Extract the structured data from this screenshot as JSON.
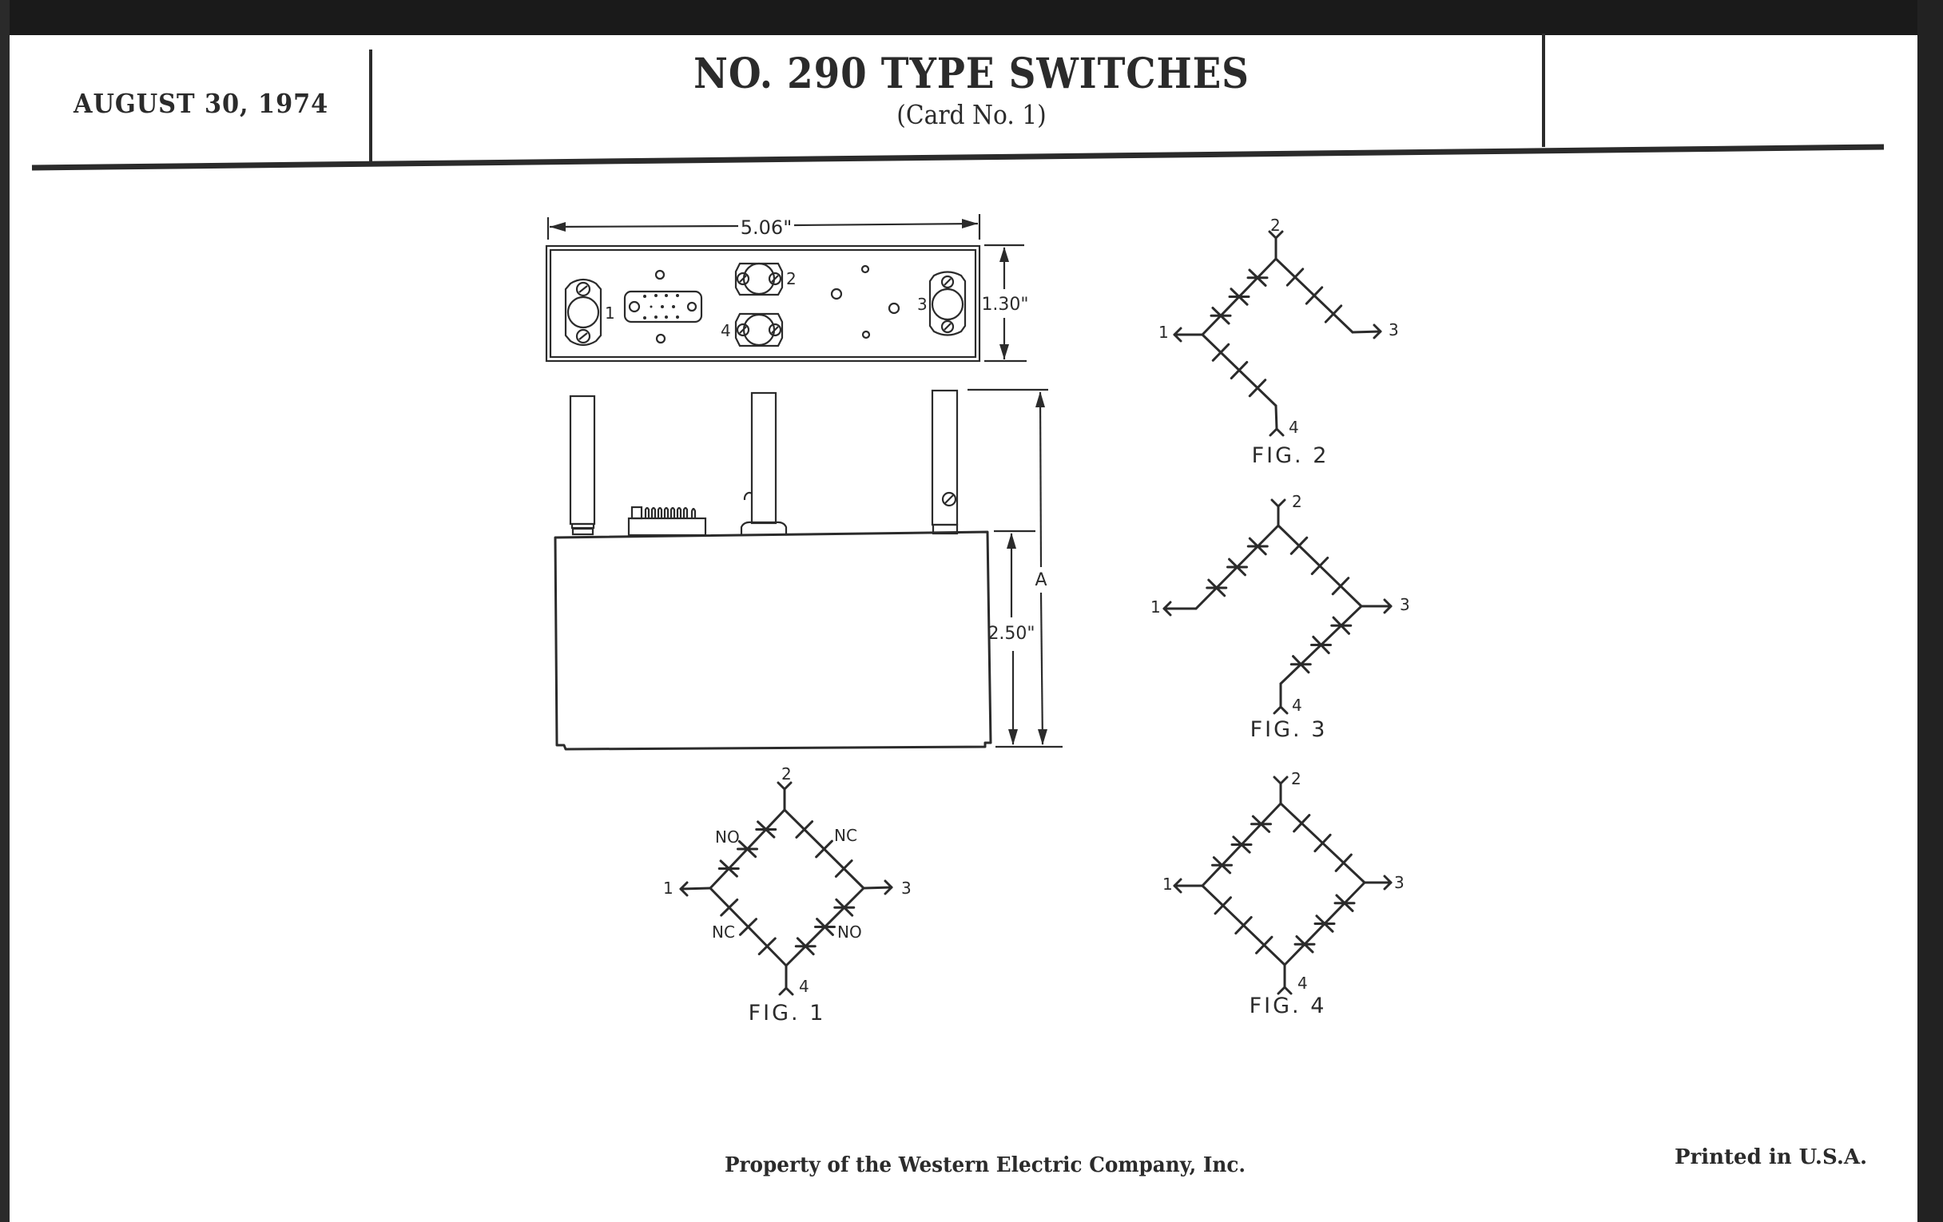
{
  "header": {
    "date": "AUGUST 30, 1974",
    "title": "NO. 290 TYPE SWITCHES",
    "subtitle": "(Card No. 1)"
  },
  "drawing": {
    "top_view": {
      "width_dim": "5.06\"",
      "height_dim": "1.30\"",
      "port_labels": [
        "1",
        "2",
        "3",
        "4"
      ]
    },
    "side_view": {
      "body_height_dim": "2.50\"",
      "overall_height_dim": "A"
    },
    "figures": [
      {
        "id": "fig1",
        "caption": "FIG. 1",
        "ports": [
          "1",
          "2",
          "3",
          "4"
        ],
        "contact_labels": {
          "upper_left": "NO",
          "upper_right": "NC",
          "lower_left": "NC",
          "lower_right": "NO"
        }
      },
      {
        "id": "fig2",
        "caption": "FIG. 2",
        "ports": [
          "1",
          "2",
          "3",
          "4"
        ]
      },
      {
        "id": "fig3",
        "caption": "FIG. 3",
        "ports": [
          "1",
          "2",
          "3",
          "4"
        ]
      },
      {
        "id": "fig4",
        "caption": "FIG. 4",
        "ports": [
          "1",
          "2",
          "3",
          "4"
        ]
      }
    ]
  },
  "footer": {
    "ownership": "Property of the Western Electric Company, Inc.",
    "printed": "Printed in U.S.A."
  },
  "colors": {
    "ink": "#2b2b2b",
    "paper": "#ffffff",
    "background": "#1e1e1e"
  }
}
